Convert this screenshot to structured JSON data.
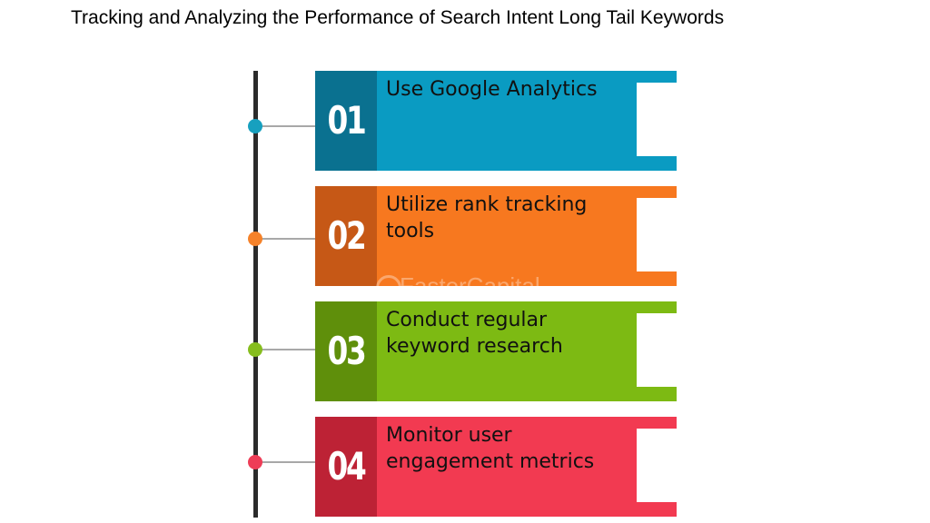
{
  "title": "Tracking and Analyzing the Performance of Search Intent Long Tail Keywords",
  "watermark": "FasterCapital",
  "steps": [
    {
      "number": "01",
      "label": "Use Google Analytics",
      "colors": {
        "main": "#0a9bc2",
        "dark": "#0a7190",
        "dot": "#17a0bf"
      }
    },
    {
      "number": "02",
      "label": "Utilize rank tracking tools",
      "colors": {
        "main": "#f7781f",
        "dark": "#c65816",
        "dot": "#f5822a"
      }
    },
    {
      "number": "03",
      "label": "Conduct regular keyword research",
      "colors": {
        "main": "#7dba13",
        "dark": "#5f8f0b",
        "dot": "#86bd1e"
      }
    },
    {
      "number": "04",
      "label": "Monitor user engagement metrics",
      "colors": {
        "main": "#f23a51",
        "dark": "#bd2235",
        "dot": "#ee3d57"
      }
    }
  ]
}
